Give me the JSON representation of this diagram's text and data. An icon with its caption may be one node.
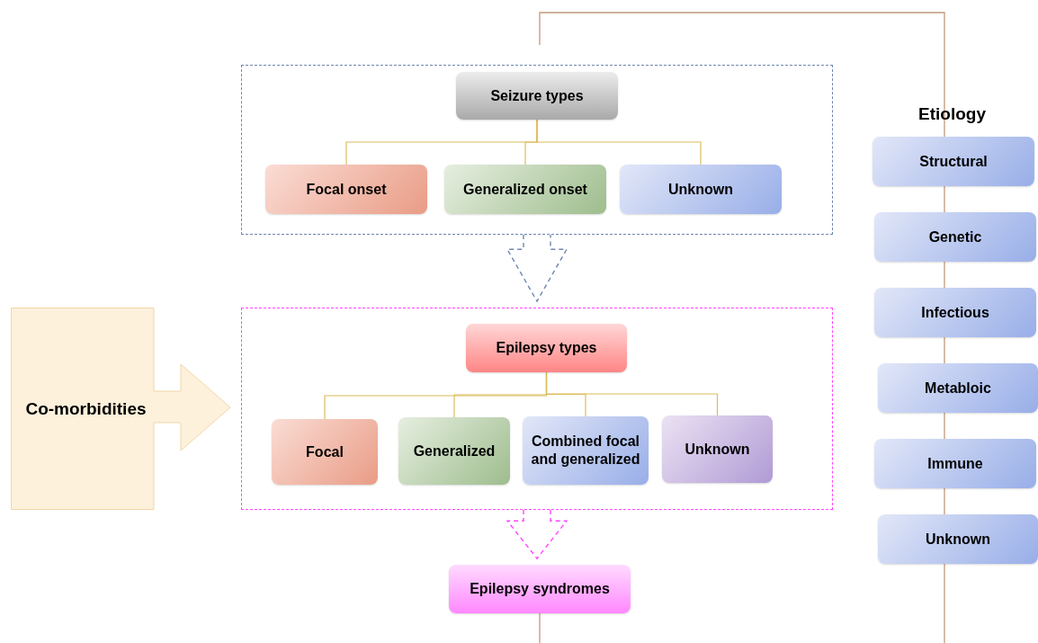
{
  "diagram": {
    "nodes": [
      {
        "text": [],
        "shape": "box"
      },
      {
        "text": [
          "Seizure types"
        ],
        "in": 0
      },
      {
        "text": [
          "Focal onset"
        ],
        "in": 0
      },
      {
        "text": [
          "Generalized onset"
        ],
        "in": 0
      },
      {
        "text": [
          "Unknown"
        ],
        "in": 0
      },
      {
        "text": [],
        "shape": "box"
      },
      {
        "text": [
          "Epilepsy types"
        ],
        "in": 5
      },
      {
        "text": [
          "Focal"
        ],
        "in": 5
      },
      {
        "text": [
          "Generalized"
        ],
        "in": 5
      },
      {
        "text": [
          "Combined focal and generalized"
        ],
        "in": 5
      },
      {
        "text": [
          "Unknown"
        ],
        "in": 5
      },
      {
        "text": [
          "Epilepsy syndromes"
        ]
      },
      {
        "text": [
          "Co-morbidities"
        ]
      },
      {
        "text": [
          "Structural"
        ]
      },
      {
        "text": [
          "Genetic"
        ]
      },
      {
        "text": [
          "Infectious"
        ]
      },
      {
        "text": [
          "Metabloic"
        ]
      },
      {
        "text": [
          "Immune"
        ]
      },
      {
        "text": [
          "Unknown"
        ]
      }
    ],
    "edges": [
      {
        "from": 1,
        "to": 2,
        "arrow": "none"
      },
      {
        "from": 1,
        "to": 3,
        "arrow": "none"
      },
      {
        "from": 1,
        "to": 4,
        "arrow": "none"
      },
      {
        "from": 0,
        "to": 5,
        "arrow": "to",
        "style": "dashed",
        "color": "#6f86b0"
      },
      {
        "from": 6,
        "to": 7,
        "arrow": "none"
      },
      {
        "from": 6,
        "to": 8,
        "arrow": "none"
      },
      {
        "from": 6,
        "to": 9,
        "arrow": "none"
      },
      {
        "from": 6,
        "to": 10,
        "arrow": "none"
      },
      {
        "from": 5,
        "to": 11,
        "arrow": "to",
        "style": "dashed",
        "color": "#ff44ff"
      }
    ],
    "labels": [
      "Etiology"
    ]
  }
}
